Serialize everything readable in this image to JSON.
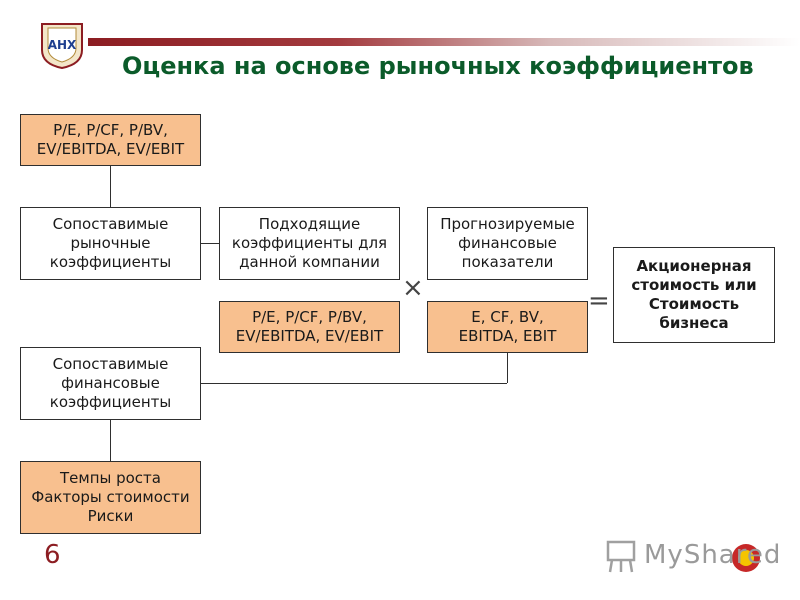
{
  "logo_text": "АНХ",
  "title": "Оценка на основе рыночных коэффициентов",
  "boxes": {
    "multiples_top": "P/E, P/CF, P/BV,\nEV/EBITDA, EV/EBIT",
    "comparable_market": "Сопоставимые\nрыночные\nкоэффициенты",
    "suitable_multiples": "Подходящие\nкоэффициенты для\nданной компании",
    "forecast_financials": "Прогнозируемые\nфинансовые\nпоказатели",
    "equity_value": "Акционерная\nстоимость или\nСтоимость\nбизнеса",
    "multiples_mid": "P/E, P/CF, P/BV,\nEV/EBITDA, EV/EBIT",
    "financial_bases": "E, CF, BV,\nEBITDA, EBIT",
    "comparable_financial": "Сопоставимые\nфинансовые\nкоэффициенты",
    "drivers": "Темпы роста\nФакторы стоимости\nРиски"
  },
  "operators": {
    "multiply": "×",
    "equals": "="
  },
  "page_number": "6",
  "watermark": "MyShared",
  "colors": {
    "title": "#0b5b2a",
    "orange_box": "#f8c08f",
    "header_rule": "#8c1d22"
  }
}
